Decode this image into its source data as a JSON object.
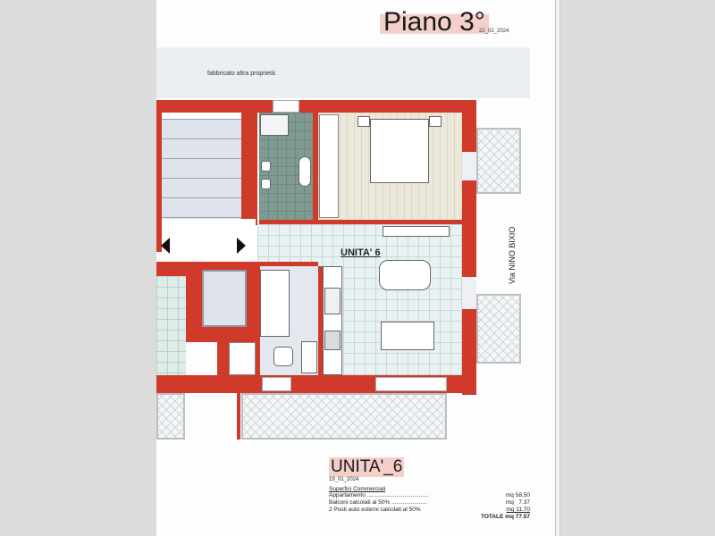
{
  "header": {
    "title": "Piano 3°",
    "date": "22_02_2024"
  },
  "plan": {
    "neighbor_label": "fabbricato altra proprietà",
    "unit_label": "UNITA' 6",
    "street_label": "Via NINO BIXIO",
    "icons": [
      "arrow-left-icon",
      "arrow-right-icon"
    ],
    "colors": {
      "wall": "#cf3a2a",
      "floor_tile": "#e9f2f2",
      "bathroom_tile": "#7f9a90",
      "bedroom_wood": "#ece8da",
      "background": "#dcdcdc"
    }
  },
  "summary": {
    "unit_title": "UNITA'_6",
    "date": "19_01_2024",
    "heading": "Superfici Commerciali",
    "rows": [
      {
        "label": "Appartamento ......................................",
        "value": "mq 58.50"
      },
      {
        "label": "Balconi calcolati al 50% ......................",
        "value": "mq   7.37"
      },
      {
        "label": "2 Posti auto esterni calcolati al 50%",
        "value": "mq 11.70"
      }
    ],
    "total": "TOTALE mq 77.57"
  }
}
